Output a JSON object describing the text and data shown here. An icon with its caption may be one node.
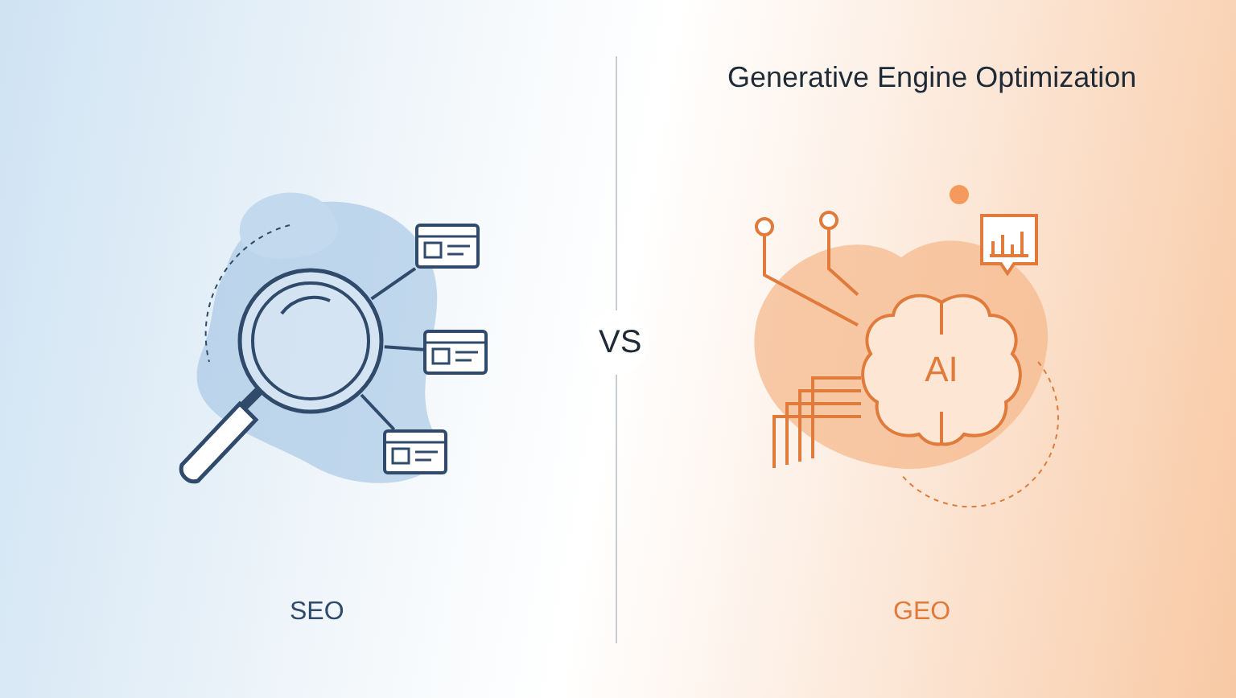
{
  "diagram": {
    "nodes": [
      {
        "text": [],
        "shape": "picture"
      },
      {
        "text": [],
        "shape": "picture"
      },
      {
        "text": [],
        "shape": "picture"
      },
      {
        "text": [],
        "shape": "picture"
      },
      {
        "text": [
          "AI"
        ]
      },
      {
        "text": [],
        "shape": "circle"
      },
      {
        "text": [],
        "shape": "circle"
      }
    ],
    "edges": [
      {
        "from": 0,
        "to": 1,
        "arrow": "none"
      },
      {
        "from": 0,
        "to": 2,
        "arrow": "none"
      },
      {
        "from": 0,
        "to": 3,
        "arrow": "none"
      },
      {
        "from": 5,
        "to": 4,
        "arrow": "none",
        "color": "#e07b3c"
      },
      {
        "from": 6,
        "to": 4,
        "arrow": "none",
        "color": "#e07b3c"
      }
    ],
    "labels": [
      "Generative Engine Optimization",
      "VS",
      "SEO",
      "GEO"
    ]
  }
}
